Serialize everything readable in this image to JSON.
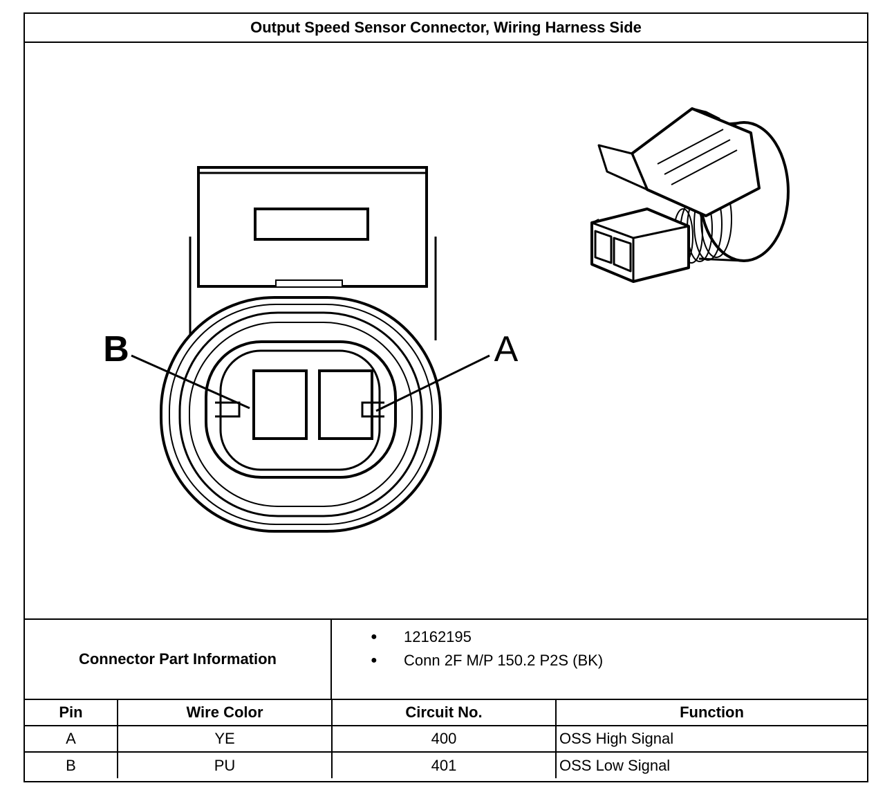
{
  "title": "Output Speed Sensor Connector, Wiring Harness Side",
  "diagram": {
    "callouts": {
      "left": "B",
      "right": "A"
    }
  },
  "connector_info": {
    "label": "Connector Part Information",
    "items": [
      "12162195",
      "Conn 2F M/P 150.2 P2S (BK)"
    ]
  },
  "pin_table": {
    "headers": {
      "pin": "Pin",
      "wire_color": "Wire Color",
      "circuit": "Circuit No.",
      "function": "Function"
    },
    "rows": [
      {
        "pin": "A",
        "wire_color": "YE",
        "circuit": "400",
        "function": "OSS High Signal"
      },
      {
        "pin": "B",
        "wire_color": "PU",
        "circuit": "401",
        "function": "OSS Low Signal"
      }
    ]
  }
}
